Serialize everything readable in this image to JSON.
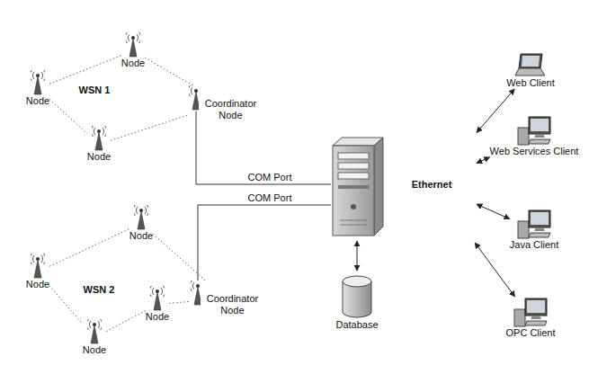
{
  "diagram": {
    "nodes": [
      {
        "text": [
          "WSN 1"
        ]
      },
      {
        "text": [
          "Node"
        ],
        "in": 0
      },
      {
        "text": [
          "Node"
        ],
        "in": 0
      },
      {
        "text": [
          "Node"
        ],
        "in": 0
      },
      {
        "text": [
          "Coordinator Node"
        ],
        "in": 0
      },
      {
        "text": [
          "WSN 2"
        ]
      },
      {
        "text": [
          "Node"
        ],
        "in": 5
      },
      {
        "text": [
          "Node"
        ],
        "in": 5
      },
      {
        "text": [
          "Node"
        ],
        "in": 5
      },
      {
        "text": [
          "Node"
        ],
        "in": 5
      },
      {
        "text": [
          "Coordinator Node"
        ],
        "in": 5
      },
      {
        "text": [
          "Ethernet"
        ]
      },
      {
        "text": [
          "Web Client"
        ]
      },
      {
        "text": [
          "Web Services Client"
        ]
      },
      {
        "text": [
          "Java Client"
        ]
      },
      {
        "text": [
          "OPC Client"
        ]
      },
      {
        "text": [
          "Database"
        ]
      }
    ],
    "edges": [
      {
        "from": 2,
        "to": 1,
        "arrow": "none"
      },
      {
        "from": 1,
        "to": 4,
        "arrow": "none"
      },
      {
        "from": 2,
        "to": 3,
        "arrow": "none"
      },
      {
        "from": 3,
        "to": 4,
        "arrow": "none"
      },
      {
        "from": 7,
        "to": 6,
        "arrow": "none"
      },
      {
        "from": 6,
        "to": 10,
        "arrow": "none"
      },
      {
        "from": 7,
        "to": 9,
        "arrow": "none"
      },
      {
        "from": 9,
        "to": 8,
        "arrow": "none"
      },
      {
        "from": 8,
        "to": 10,
        "arrow": "none"
      },
      {
        "from": 11,
        "to": 12,
        "arrow": "both"
      },
      {
        "from": 11,
        "to": 13,
        "arrow": "both"
      },
      {
        "from": 11,
        "to": 14,
        "arrow": "both"
      },
      {
        "from": 11,
        "to": 15,
        "arrow": "both"
      }
    ],
    "labels": [
      "COM Port",
      "COM Port"
    ]
  }
}
